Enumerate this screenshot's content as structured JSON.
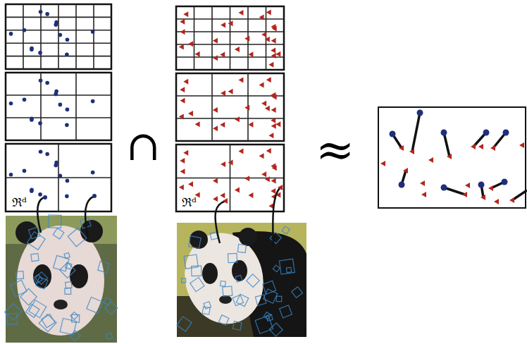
{
  "diagram": {
    "labels": [
      "ℜᵈ",
      "∩",
      "ℜᵈ",
      "≈"
    ]
  }
}
